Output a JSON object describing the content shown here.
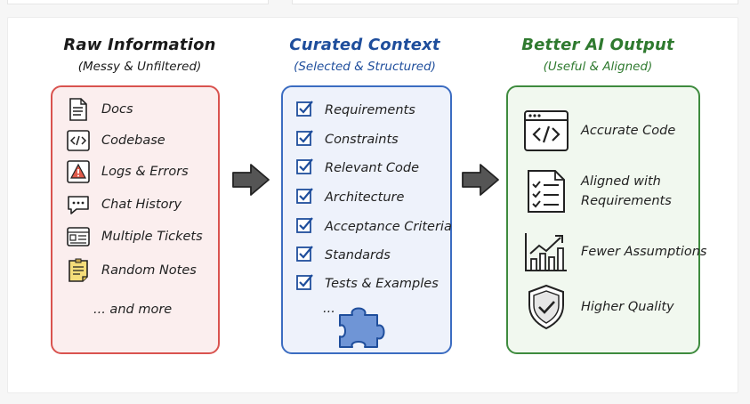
{
  "colors": {
    "raw": "#d9534f",
    "curated": "#3b6cc1",
    "output": "#3e8b3e",
    "curated_title": "#1f4e9c",
    "output_title": "#2f7a2f"
  },
  "raw": {
    "title": "Raw Information",
    "subtitle": "(Messy & Unfiltered)",
    "items": [
      {
        "label": "Docs",
        "icon": "document-icon"
      },
      {
        "label": "Codebase",
        "icon": "code-icon"
      },
      {
        "label": "Logs & Errors",
        "icon": "warning-icon"
      },
      {
        "label": "Chat History",
        "icon": "chat-icon"
      },
      {
        "label": "Multiple Tickets",
        "icon": "ticket-icon"
      },
      {
        "label": "Random Notes",
        "icon": "note-icon"
      }
    ],
    "more": "... and more"
  },
  "curated": {
    "title": "Curated Context",
    "subtitle": "(Selected & Structured)",
    "items": [
      {
        "label": "Requirements"
      },
      {
        "label": "Constraints"
      },
      {
        "label": "Relevant Code"
      },
      {
        "label": "Architecture"
      },
      {
        "label": "Acceptance Criteria"
      },
      {
        "label": "Standards"
      },
      {
        "label": "Tests & Examples"
      }
    ],
    "more": "..."
  },
  "output": {
    "title": "Better AI Output",
    "subtitle": "(Useful & Aligned)",
    "items": [
      {
        "label_lines": [
          "Accurate Code"
        ],
        "icon": "code-window-icon"
      },
      {
        "label_lines": [
          "Aligned with",
          "Requirements"
        ],
        "icon": "checklist-icon"
      },
      {
        "label_lines": [
          "Fewer Assumptions"
        ],
        "icon": "growth-chart-icon"
      },
      {
        "label_lines": [
          "Higher Quality"
        ],
        "icon": "shield-check-icon"
      }
    ]
  }
}
